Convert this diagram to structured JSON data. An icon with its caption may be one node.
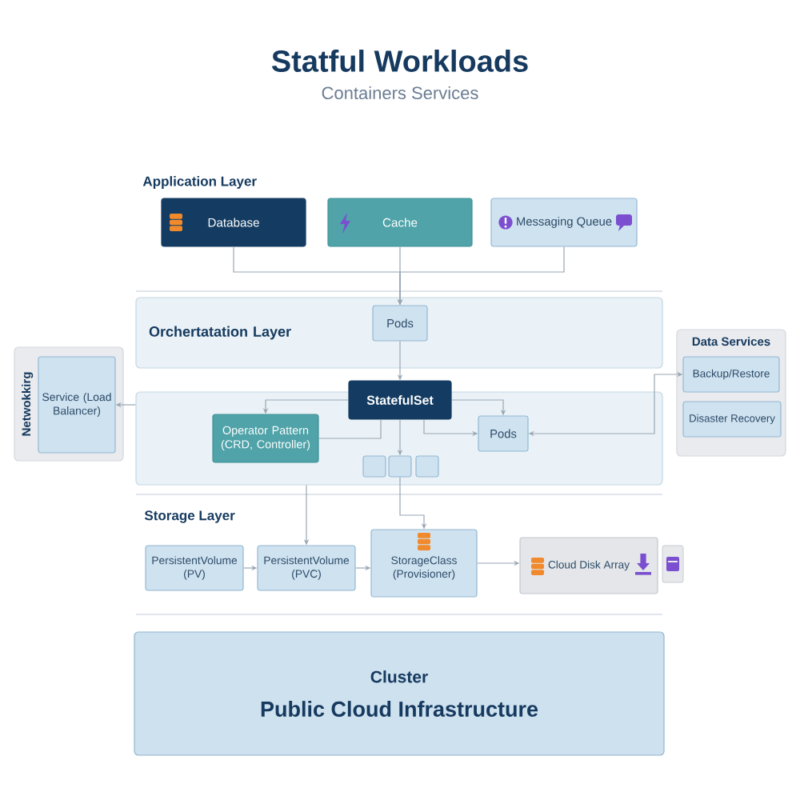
{
  "diagram": {
    "title": "Statful Workloads",
    "nodes": [
      {
        "text": [
          "Database"
        ]
      },
      {
        "text": [
          "Cache"
        ]
      },
      {
        "text": [
          "Messaging Queue"
        ]
      },
      {
        "text": [
          "Orchertatation Layer"
        ]
      },
      {
        "text": [
          "Pods"
        ],
        "in": 3
      },
      {
        "text": [
          "Netwokkirg"
        ]
      },
      {
        "text": [
          "Service (Load Balancer)"
        ],
        "in": 5
      },
      {
        "text": [
          "StatefulSet"
        ]
      },
      {
        "text": [],
        "shape": "box"
      },
      {
        "text": [
          "Operator Pattern (CRD, Controller)"
        ],
        "in": 8
      },
      {
        "text": [
          "Pods"
        ],
        "in": 8
      },
      {
        "text": [],
        "shape": "box",
        "in": 8
      },
      {
        "text": [],
        "shape": "box",
        "in": 8
      },
      {
        "text": [],
        "shape": "box",
        "in": 8
      },
      {
        "text": [
          "Data Services"
        ]
      },
      {
        "text": [
          "Backup/Restore"
        ],
        "in": 14
      },
      {
        "text": [
          "Disaster Recovery"
        ],
        "in": 14
      },
      {
        "text": [
          "PersistentVolume (PV)"
        ]
      },
      {
        "text": [
          "PersistentVolume (PVC)"
        ]
      },
      {
        "text": [
          "StorageClass (Provisioner)"
        ]
      },
      {
        "text": [
          "Cloud Disk Array"
        ]
      },
      {
        "text": [
          "Cluster",
          "Public Cloud Infrastructure"
        ]
      }
    ],
    "edges": [
      {
        "from": 0,
        "to": 4,
        "arrow": "to"
      },
      {
        "from": 1,
        "to": 4,
        "arrow": "to"
      },
      {
        "from": 2,
        "to": 4,
        "arrow": "to"
      },
      {
        "from": 4,
        "to": 7,
        "arrow": "to"
      },
      {
        "from": 7,
        "to": 9,
        "arrow": "to"
      },
      {
        "from": 7,
        "to": 9,
        "arrow": "none"
      },
      {
        "from": 7,
        "to": 10,
        "arrow": "to"
      },
      {
        "from": 7,
        "to": 10,
        "arrow": "to"
      },
      {
        "from": 7,
        "to": 12,
        "arrow": "to"
      },
      {
        "from": 10,
        "to": 15,
        "arrow": "both"
      },
      {
        "from": 8,
        "to": 6,
        "arrow": "to"
      },
      {
        "from": 8,
        "to": 18,
        "arrow": "to"
      },
      {
        "from": 12,
        "to": 19,
        "arrow": "to"
      },
      {
        "from": 17,
        "to": 18,
        "arrow": "to"
      },
      {
        "from": 18,
        "to": 19,
        "arrow": "to"
      },
      {
        "from": 19,
        "to": 20,
        "arrow": "to"
      }
    ],
    "labels": [
      "Containers Services",
      "Application Layer",
      "Storage Layer"
    ]
  }
}
